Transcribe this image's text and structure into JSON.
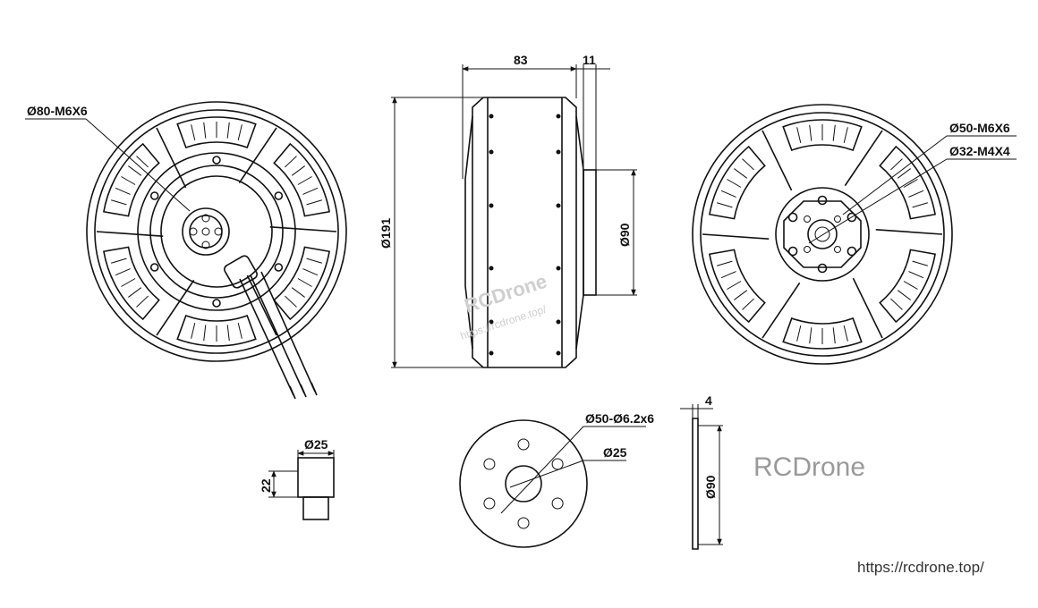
{
  "dimensions": {
    "front_bolt_pattern": "Ø80-M6X6",
    "width_83": "83",
    "width_11": "11",
    "outer_dia": "Ø191",
    "shaft_dia": "Ø90",
    "rear_bolt_outer": "Ø50-M6X6",
    "rear_bolt_inner": "Ø32-M4X4",
    "shaft_end_dia": "Ø25",
    "shaft_end_len": "22",
    "flange_pattern": "Ø50-Ø6.2x6",
    "flange_bore": "Ø25",
    "plate_thk": "4",
    "plate_dia": "Ø90"
  },
  "watermark": {
    "diagonal_brand": "RCDrone",
    "diagonal_url": "https://rcdrone.top/"
  },
  "footer": {
    "brand": "RCDrone",
    "url": "https://rcdrone.top/"
  }
}
